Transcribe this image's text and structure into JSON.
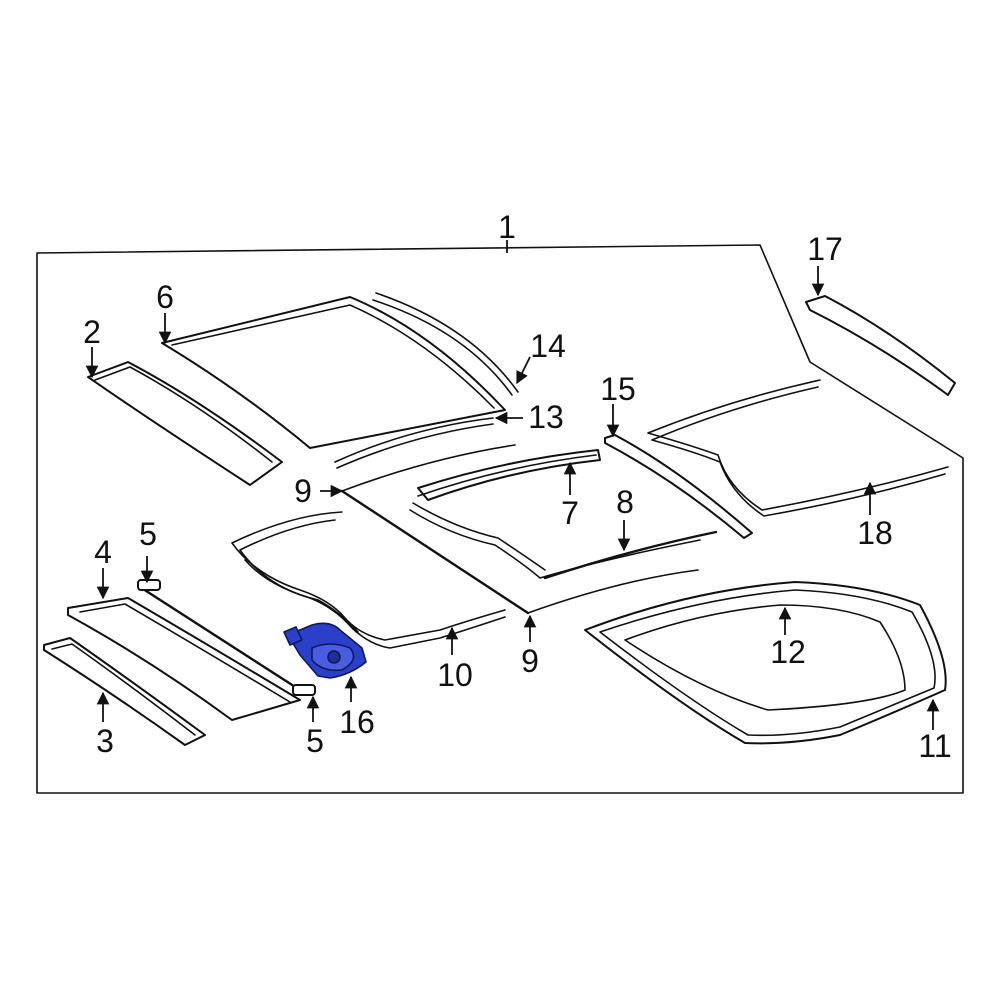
{
  "diagram": {
    "highlight_color": "#2b3fc9",
    "line_color": "#111111",
    "callouts": [
      {
        "id": "c1",
        "label": "1"
      },
      {
        "id": "c2",
        "label": "2"
      },
      {
        "id": "c3",
        "label": "3"
      },
      {
        "id": "c4",
        "label": "4"
      },
      {
        "id": "c5a",
        "label": "5"
      },
      {
        "id": "c5b",
        "label": "5"
      },
      {
        "id": "c6",
        "label": "6"
      },
      {
        "id": "c7",
        "label": "7"
      },
      {
        "id": "c8",
        "label": "8"
      },
      {
        "id": "c9a",
        "label": "9"
      },
      {
        "id": "c9b",
        "label": "9"
      },
      {
        "id": "c10",
        "label": "10"
      },
      {
        "id": "c11",
        "label": "11"
      },
      {
        "id": "c12",
        "label": "12"
      },
      {
        "id": "c13",
        "label": "13"
      },
      {
        "id": "c14",
        "label": "14"
      },
      {
        "id": "c15",
        "label": "15"
      },
      {
        "id": "c16",
        "label": "16"
      },
      {
        "id": "c17",
        "label": "17"
      },
      {
        "id": "c18",
        "label": "18"
      }
    ]
  }
}
